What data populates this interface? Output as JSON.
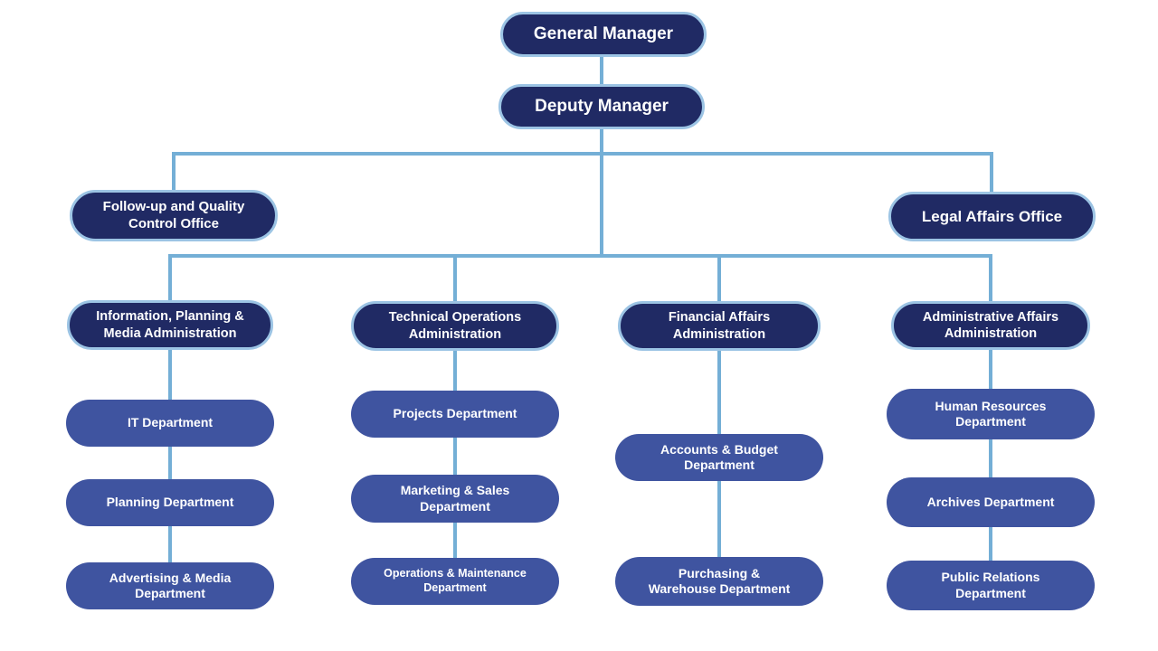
{
  "diagram": {
    "type": "org-chart",
    "colors": {
      "background": "#FFFFFF",
      "executive_fill": "#202A64",
      "executive_border": "#9CC4E4",
      "department_fill": "#3F54A0",
      "connector": "#74AFD6",
      "label_text": "#FFFFFF"
    },
    "nodes": {
      "general_manager": {
        "label": "General Manager",
        "level": "top"
      },
      "deputy_manager": {
        "label": "Deputy Manager",
        "level": "top"
      },
      "followup_office": {
        "label": "Follow-up and Quality\nControl Office",
        "level": "office"
      },
      "legal_office": {
        "label": "Legal Affairs Office",
        "level": "office"
      },
      "info_admin": {
        "label": "Information, Planning &\nMedia Administration",
        "level": "administration"
      },
      "tech_admin": {
        "label": "Technical Operations\nAdministration",
        "level": "administration"
      },
      "fin_admin": {
        "label": "Financial Affairs\nAdministration",
        "level": "administration"
      },
      "admin_admin": {
        "label": "Administrative Affairs\nAdministration",
        "level": "administration"
      },
      "it_dept": {
        "label": "IT Department",
        "level": "department"
      },
      "planning_dept": {
        "label": "Planning Department",
        "level": "department"
      },
      "adv_media_dept": {
        "label": "Advertising & Media\nDepartment",
        "level": "department"
      },
      "projects_dept": {
        "label": "Projects Department",
        "level": "department"
      },
      "marketing_sales_dept": {
        "label": "Marketing & Sales\nDepartment",
        "level": "department"
      },
      "ops_maint_dept": {
        "label": "Operations & Maintenance\nDepartment",
        "level": "department"
      },
      "accounts_budget_dept": {
        "label": "Accounts & Budget\nDepartment",
        "level": "department"
      },
      "purchasing_warehouse_dept": {
        "label": "Purchasing &\nWarehouse Department",
        "level": "department"
      },
      "hr_dept": {
        "label": "Human Resources\nDepartment",
        "level": "department"
      },
      "archives_dept": {
        "label": "Archives Department",
        "level": "department"
      },
      "public_relations_dept": {
        "label": "Public Relations\nDepartment",
        "level": "department"
      }
    },
    "hierarchy": {
      "general_manager": [
        "deputy_manager"
      ],
      "deputy_manager": [
        "followup_office",
        "legal_office",
        "info_admin",
        "tech_admin",
        "fin_admin",
        "admin_admin"
      ],
      "info_admin": [
        "it_dept",
        "planning_dept",
        "adv_media_dept"
      ],
      "tech_admin": [
        "projects_dept",
        "marketing_sales_dept",
        "ops_maint_dept"
      ],
      "fin_admin": [
        "accounts_budget_dept",
        "purchasing_warehouse_dept"
      ],
      "admin_admin": [
        "hr_dept",
        "archives_dept",
        "public_relations_dept"
      ]
    }
  }
}
